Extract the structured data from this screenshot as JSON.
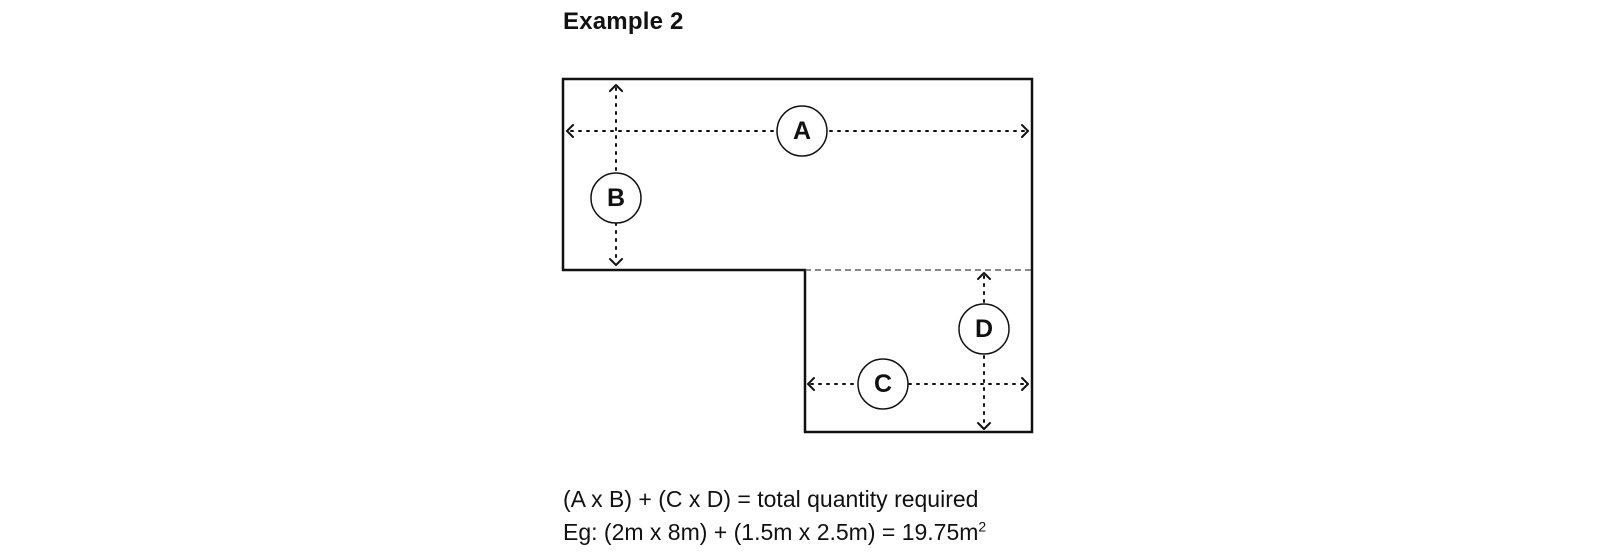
{
  "title": "Example 2",
  "labels": {
    "a": "A",
    "b": "B",
    "c": "C",
    "d": "D"
  },
  "formula": {
    "line1": "(A x B) + (C x D) = total quantity required",
    "line2_text": "Eg: (2m x 8m) + (1.5m x 2.5m) = 19.75m",
    "line2_sup": "2"
  }
}
